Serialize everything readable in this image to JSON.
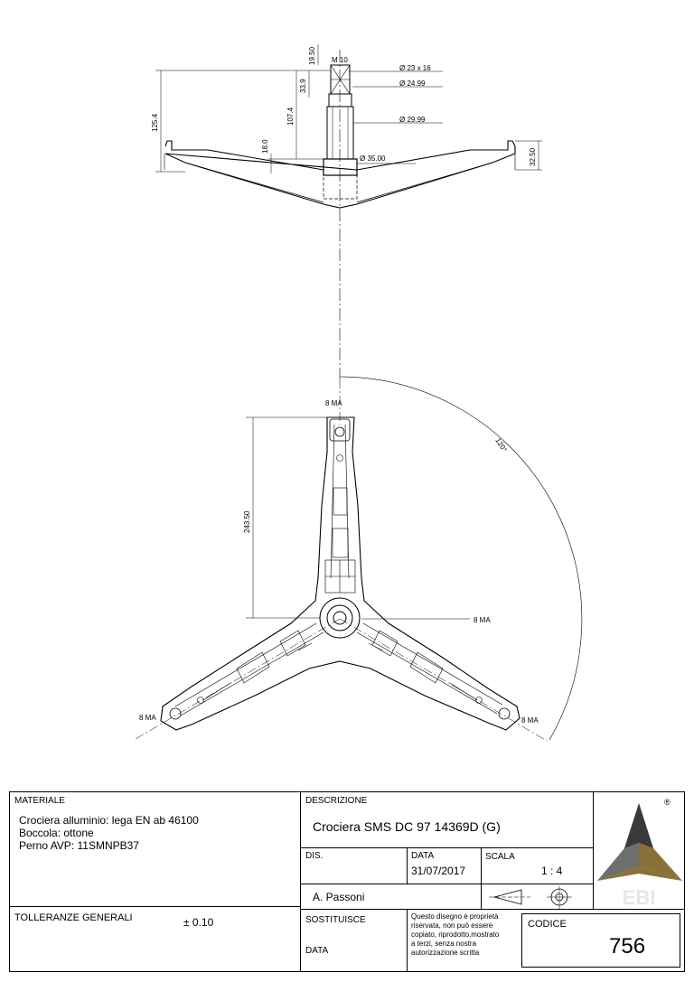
{
  "drawing": {
    "top_view": {
      "dims_right": {
        "thread": "M 10",
        "d1": "Ø 23 x 16",
        "d2": "Ø 24.99",
        "d3": "Ø 29.99",
        "d4": "Ø 35.00"
      },
      "dims_vertical": {
        "overall": "125.4",
        "shaft_top": "19.50",
        "shaft_mid": "33.9",
        "shaft_long": "107.4",
        "hub": "18.0",
        "arm_end": "32.50"
      }
    },
    "plan_view": {
      "arm_length": "243.50",
      "angle": "120°",
      "hole_top": "8 MA",
      "hole_center_right": "8 MA",
      "hole_left": "8 MA",
      "hole_right": "8 MA"
    }
  },
  "title_block": {
    "material_label": "MATERIALE",
    "material_lines": [
      "Crociera alluminio: lega EN ab 46100",
      "Boccola: ottone",
      "Perno AVP: 11SMNPB37"
    ],
    "tolerance_label": "TOLLERANZE GENERALI",
    "tolerance_value": "± 0.10",
    "description_label": "DESCRIZIONE",
    "description_value": "Crociera SMS DC 97 14369D (G)",
    "drawn_label": "DIS.",
    "drawn_value": "A. Passoni",
    "date_label": "DATA",
    "date_value": "31/07/2017",
    "scale_label": "SCALA",
    "scale_value": "1 : 4",
    "replaces_label": "SOSTITUISCE",
    "replaces_date_label": "DATA",
    "notice": [
      "Questo disegno è proprietà",
      "riservata, non può essere",
      "copiato, riprodotto,mostrato",
      "a terzi, senza nostra",
      "autorizzazione scritta"
    ],
    "code_label": "CODICE",
    "code_value": "756",
    "logo_text": "EBI",
    "registered_mark": "®",
    "colors": {
      "logo_gold": "#8a7138",
      "logo_grey": "#b8b8b8",
      "logo_dark": "#3a3a3a"
    }
  }
}
